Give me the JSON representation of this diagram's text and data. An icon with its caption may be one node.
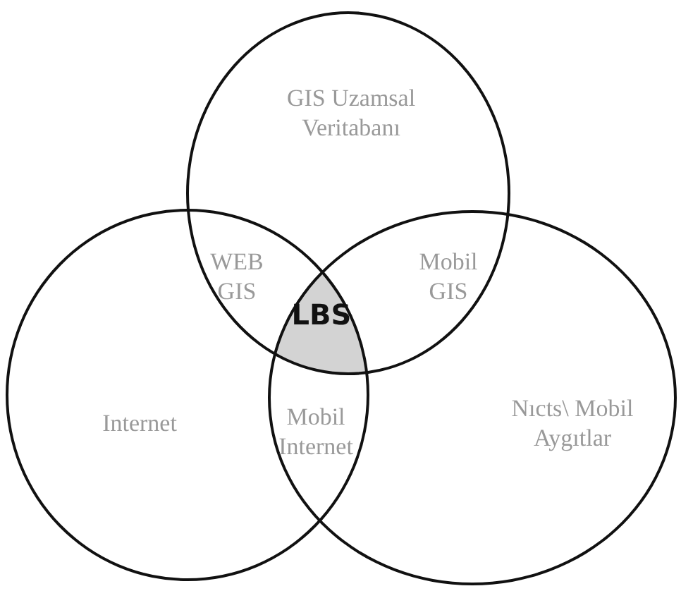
{
  "diagram": {
    "nodes": [
      {
        "text": [
          "GIS Uzamsal Veritabanı"
        ]
      },
      {
        "text": [
          "Internet"
        ]
      },
      {
        "text": [
          "Nıcts\\ Mobil Aygıtlar"
        ]
      },
      {
        "text": [
          "LBS"
        ]
      }
    ],
    "labels": [
      "WEB GIS",
      "Mobil GIS",
      "Mobil Internet"
    ]
  }
}
